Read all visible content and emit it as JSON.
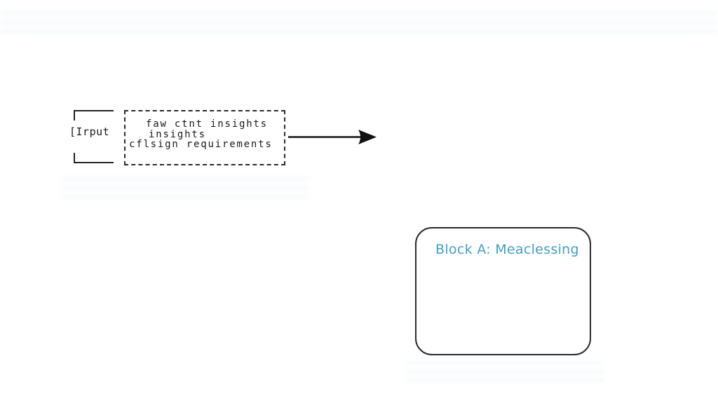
{
  "colors": {
    "background": "#ffffff",
    "line": "#222222",
    "text": "#1a1a1a",
    "accent_blue": "#419fc7"
  },
  "diagram": {
    "input_node": {
      "label": "[Irput"
    },
    "requirements_box": {
      "lines": [
        "faw ctnt insights",
        "insights",
        "cflsign requirements"
      ]
    },
    "flow_arrow": {
      "icon": "arrow-right-icon",
      "direction": "right"
    },
    "block_a": {
      "title": "Block A: Meaclessing"
    }
  }
}
